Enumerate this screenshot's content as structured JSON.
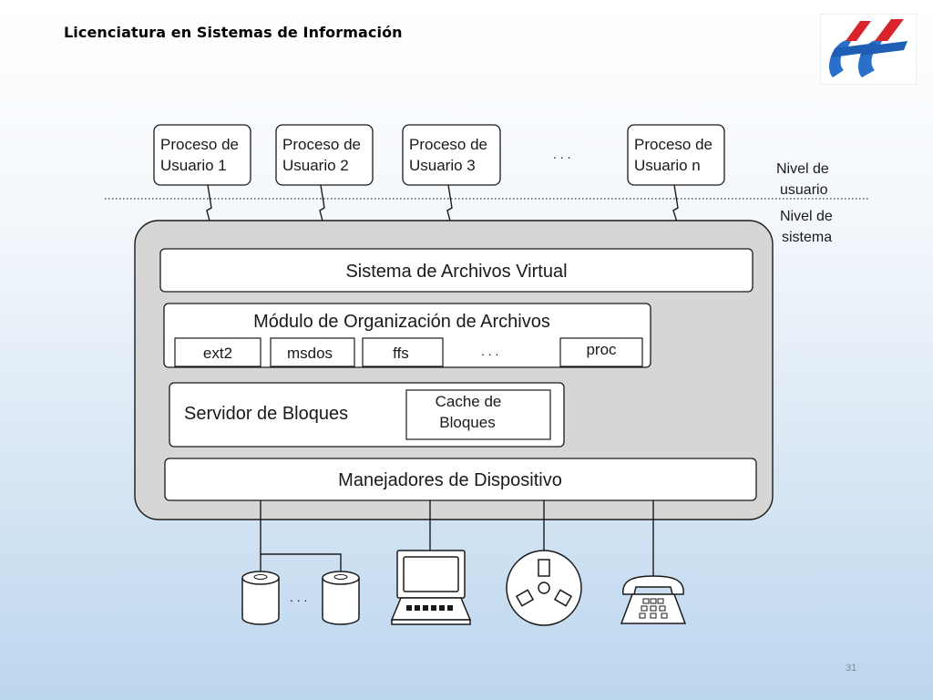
{
  "header": {
    "title": "Licenciatura en Sistemas de Información"
  },
  "logo": {
    "icon": "university-logo-icon",
    "colors": [
      "#2a6fc9",
      "#d8242a"
    ]
  },
  "diagram": {
    "processes": [
      {
        "line1": "Proceso de",
        "line2": "Usuario  1"
      },
      {
        "line1": "Proceso de",
        "line2": "Usuario  2"
      },
      {
        "line1": "Proceso de",
        "line2": "Usuario  3"
      },
      {
        "line1": "Proceso de",
        "line2": "Usuario  n"
      }
    ],
    "process_ellipsis": ". . .",
    "level_user": {
      "line1": "Nivel de",
      "line2": "usuario"
    },
    "level_system": {
      "line1": "Nivel de",
      "line2": "sistema"
    },
    "vfs": "Sistema de Archivos Virtual",
    "fom": {
      "title": "Módulo de Organización de Archivos",
      "items": [
        "ext2",
        "msdos",
        "ffs",
        "proc"
      ],
      "ellipsis": ". . ."
    },
    "block_server": {
      "title": "Servidor de Bloques",
      "cache_line1": "Cache de",
      "cache_line2": "Bloques"
    },
    "drivers": "Manejadores de Dispositivo",
    "devices": [
      "disk-icon",
      "disk-icon",
      "computer-icon",
      "tape-reel-icon",
      "telephone-icon"
    ],
    "disk_ellipsis": ". . ."
  },
  "slide_number": "31"
}
